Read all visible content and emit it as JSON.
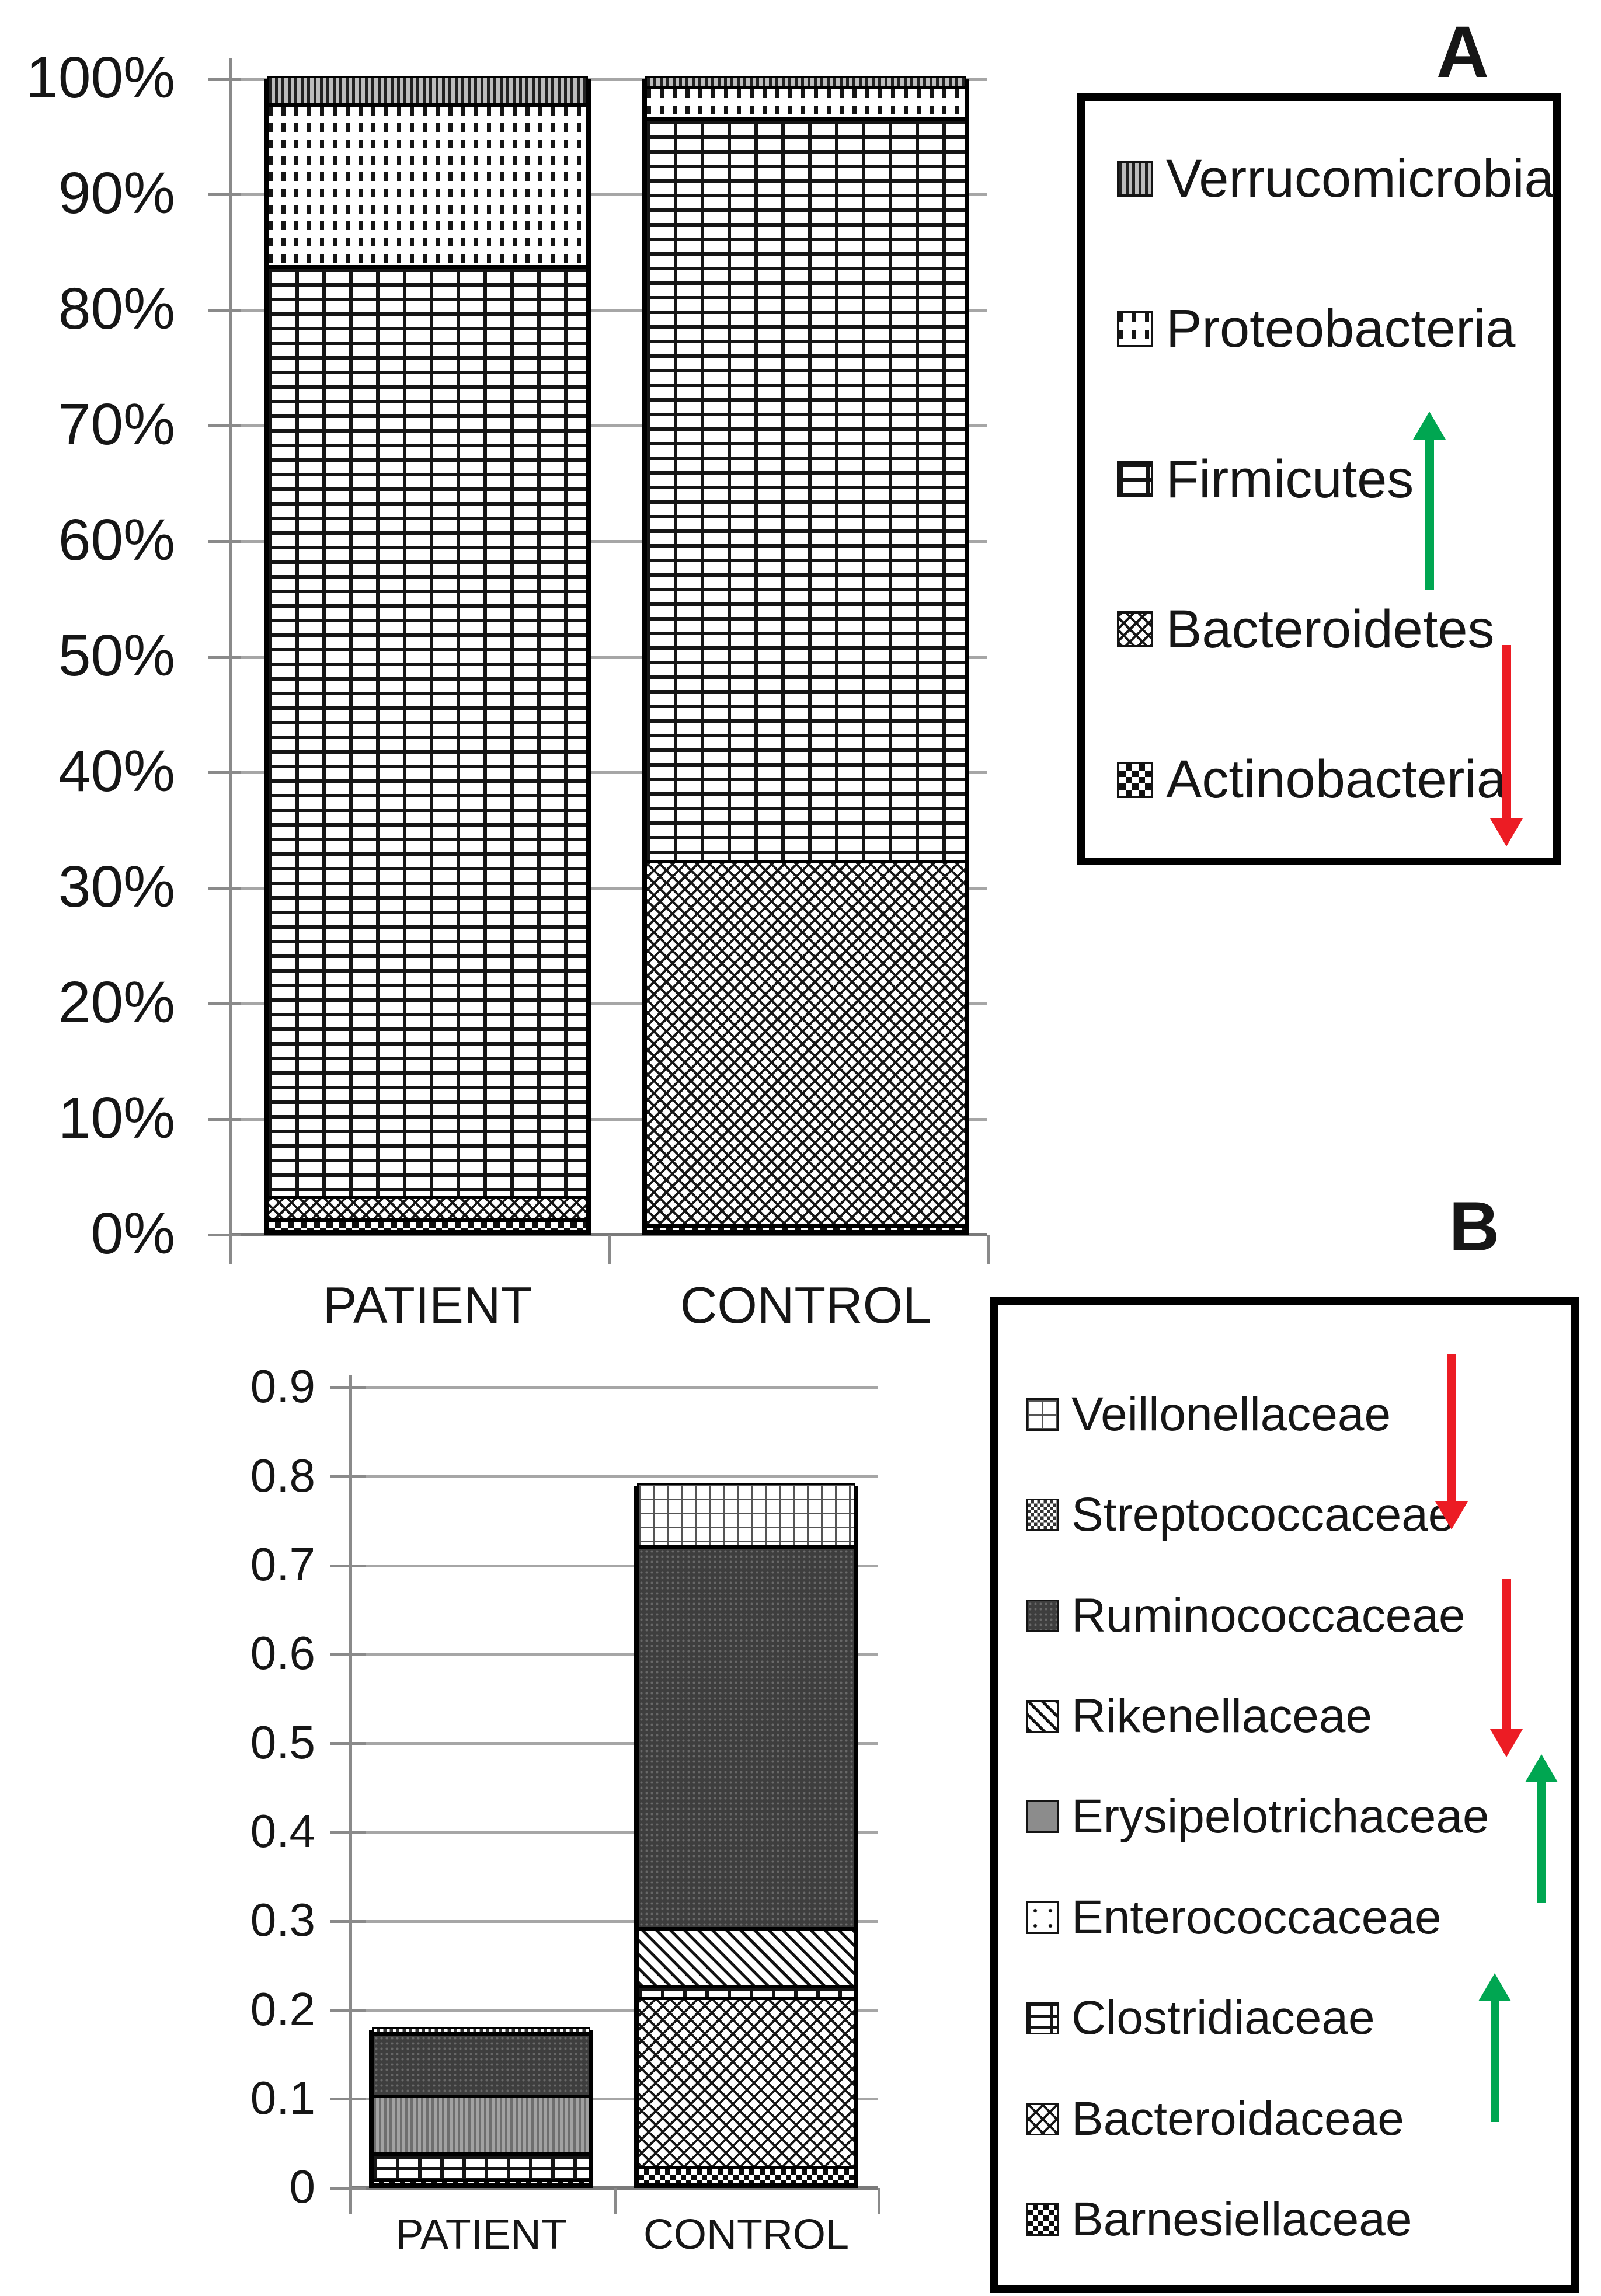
{
  "figure": {
    "panel_a_label": "A",
    "panel_b_label": "B"
  },
  "colors": {
    "trend_up": "#00a651",
    "trend_down": "#ec1c24",
    "ink": "#161616",
    "grid": "#a6a6a6"
  },
  "chart_data": [
    {
      "id": "phylum-relative-abundance",
      "type": "bar",
      "subtype": "stacked-100-percent",
      "panel": "A",
      "title": "",
      "xlabel": "",
      "ylabel": "",
      "grid": "on",
      "legend_position": "right",
      "categories": [
        "PATIENT",
        "CONTROL"
      ],
      "yticks": [
        "100%",
        "90%",
        "80%",
        "70%",
        "60%",
        "50%",
        "40%",
        "30%",
        "20%",
        "10%",
        "0%"
      ],
      "ylim": [
        0,
        100
      ],
      "series": [
        {
          "name": "Actinobacteria",
          "pattern": "actinobacteria",
          "values": [
            1.0,
            0.5
          ]
        },
        {
          "name": "Bacteroidetes",
          "pattern": "bacteroidetes",
          "values": [
            2.0,
            31.5
          ]
        },
        {
          "name": "Firmicutes",
          "pattern": "firmicutes",
          "values": [
            80.5,
            64.25
          ]
        },
        {
          "name": "Proteobacteria",
          "pattern": "proteobacteria",
          "values": [
            14.0,
            2.75
          ]
        },
        {
          "name": "Verrucomicrobia",
          "pattern": "verrucomicrobia",
          "values": [
            2.5,
            1.0
          ]
        }
      ]
    },
    {
      "id": "family-relative-abundance",
      "type": "bar",
      "subtype": "stacked",
      "panel": "B",
      "title": "",
      "xlabel": "",
      "ylabel": "",
      "grid": "on",
      "legend_position": "right",
      "categories": [
        "PATIENT",
        "CONTROL"
      ],
      "yticks": [
        "0.9",
        "0.8",
        "0.7",
        "0.6",
        "0.5",
        "0.4",
        "0.3",
        "0.2",
        "0.1",
        "0"
      ],
      "ylim": [
        0,
        0.9
      ],
      "series": [
        {
          "name": "Barnesiellaceae",
          "pattern": "barnesiellaceae",
          "values": [
            0.005,
            0.02
          ]
        },
        {
          "name": "Bacteroidaceae",
          "pattern": "bacteroidaceae",
          "values": [
            0,
            0.19
          ]
        },
        {
          "name": "Clostridiaceae",
          "pattern": "clostridiaceae",
          "values": [
            0.03,
            0.013
          ]
        },
        {
          "name": "Erysipelotrichaceae",
          "pattern": "erysipelotrichaceae",
          "values": [
            0.065,
            0
          ]
        },
        {
          "name": "Rikenellaceae",
          "pattern": "rikenellaceae",
          "values": [
            0,
            0.065
          ]
        },
        {
          "name": "Ruminococcaceae",
          "pattern": "ruminococcaceae",
          "values": [
            0.07,
            0.43
          ]
        },
        {
          "name": "Streptococcaceae",
          "pattern": "streptococcaceae",
          "values": [
            0.008,
            0
          ]
        },
        {
          "name": "Veillonellaceae",
          "pattern": "veillonellaceae",
          "values": [
            0,
            0.072
          ]
        }
      ]
    }
  ],
  "legend_a": {
    "items": [
      {
        "label": "Verrucomicrobia",
        "pattern": "verrucomicrobia",
        "trend": null
      },
      {
        "label": "Proteobacteria",
        "pattern": "proteobacteria",
        "trend": null
      },
      {
        "label": "Firmicutes",
        "pattern": "firmicutes",
        "trend": "up"
      },
      {
        "label": "Bacteroidetes",
        "pattern": "bacteroidetes",
        "trend": "down"
      },
      {
        "label": "Actinobacteria",
        "pattern": "actinobacteria",
        "trend": null
      }
    ]
  },
  "legend_b": {
    "items": [
      {
        "label": "Veillonellaceae",
        "pattern": "veillonellaceae",
        "trend": "down"
      },
      {
        "label": "Streptococcaceae",
        "pattern": "streptococcaceae",
        "trend": "down"
      },
      {
        "label": "Ruminococcaceae",
        "pattern": "ruminococcaceae",
        "trend": null
      },
      {
        "label": "Rikenellaceae",
        "pattern": "rikenellaceae",
        "trend": null
      },
      {
        "label": "Erysipelotrichaceae",
        "pattern": "erysipelotrichaceae",
        "trend": "up"
      },
      {
        "label": "Enterococcaceae",
        "pattern": "enterococcaceae",
        "trend": null
      },
      {
        "label": "Clostridiaceae",
        "pattern": "clostridiaceae",
        "trend": "up"
      },
      {
        "label": "Bacteroidaceae",
        "pattern": "bacteroidaceae",
        "trend": null
      },
      {
        "label": "Barnesiellaceae",
        "pattern": "barnesiellaceae",
        "trend": null
      }
    ]
  }
}
